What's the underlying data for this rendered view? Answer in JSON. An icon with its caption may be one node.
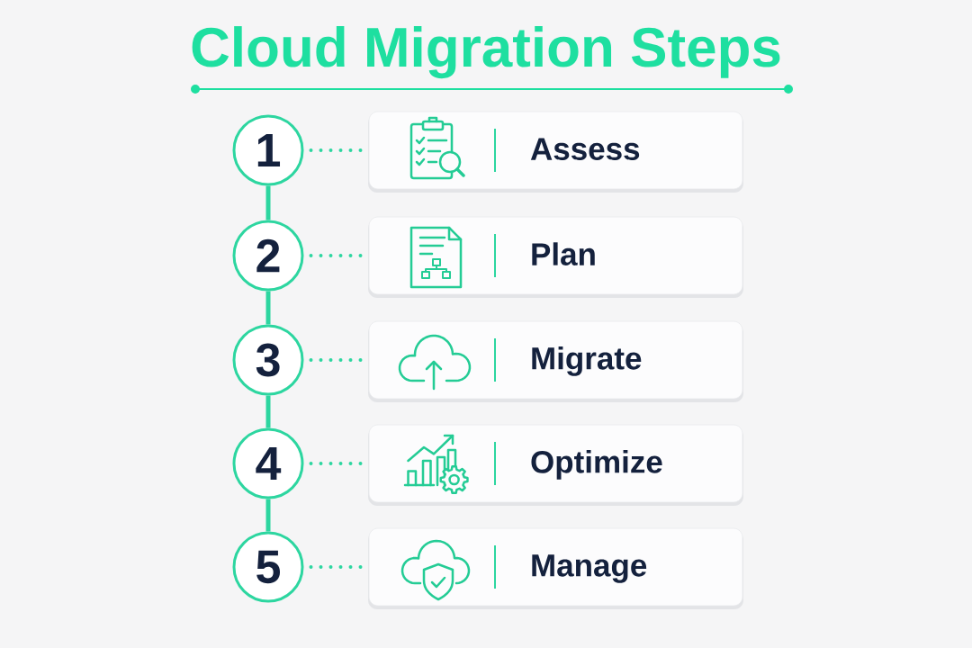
{
  "diagram": {
    "title": "Cloud Migration Steps",
    "nodes": [
      {
        "text": [
          "1"
        ]
      },
      {
        "text": [
          "Assess"
        ]
      },
      {
        "text": [
          "2"
        ]
      },
      {
        "text": [
          "Plan"
        ]
      },
      {
        "text": [
          "3"
        ]
      },
      {
        "text": [
          "Migrate"
        ]
      },
      {
        "text": [
          "4"
        ]
      },
      {
        "text": [
          "Optimize"
        ]
      },
      {
        "text": [
          "5"
        ]
      },
      {
        "text": [
          "Manage"
        ]
      }
    ],
    "edges": [
      {
        "from": 0,
        "to": 1,
        "arrow": "none",
        "style": "dashed"
      },
      {
        "from": 0,
        "to": 2,
        "arrow": "none"
      },
      {
        "from": 2,
        "to": 3,
        "arrow": "none",
        "style": "dashed"
      },
      {
        "from": 2,
        "to": 4,
        "arrow": "none"
      },
      {
        "from": 4,
        "to": 5,
        "arrow": "none",
        "style": "dashed"
      },
      {
        "from": 4,
        "to": 6,
        "arrow": "none"
      },
      {
        "from": 6,
        "to": 7,
        "arrow": "none",
        "style": "dashed"
      },
      {
        "from": 6,
        "to": 8,
        "arrow": "none"
      },
      {
        "from": 8,
        "to": 9,
        "arrow": "none",
        "style": "dashed"
      }
    ]
  }
}
